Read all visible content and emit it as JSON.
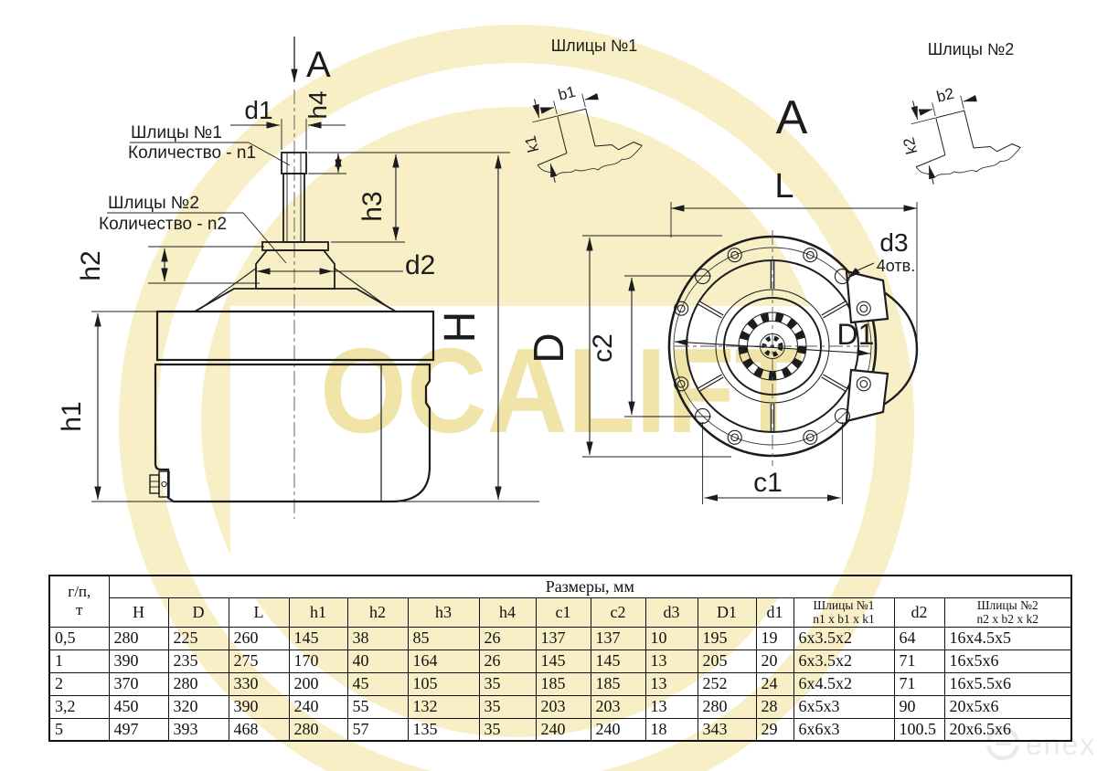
{
  "watermark": {
    "brand": "OCALIFT",
    "logo_text": "enex",
    "disc_color": "#f8efc6",
    "letter_color": "#f1e4a8",
    "logo_gray": "#e9e9f0"
  },
  "side_view": {
    "view_arrow": "A",
    "spline1_title": "Шлицы №1",
    "spline1_qty": "Количество - n1",
    "spline2_title": "Шлицы №2",
    "spline2_qty": "Количество - n2",
    "dims": {
      "d1": "d1",
      "h4": "h4",
      "h3": "h3",
      "d2": "d2",
      "h2": "h2",
      "h1": "h1",
      "H": "H"
    }
  },
  "flange_view": {
    "view_label": "A",
    "holes_note": "4отв.",
    "dims": {
      "L": "L",
      "D": "D",
      "c1": "c1",
      "c2": "c2",
      "D1": "D1",
      "d3": "d3"
    }
  },
  "spline_details": {
    "detail1": {
      "title": "Шлицы №1",
      "b": "b1",
      "k": "k1"
    },
    "detail2": {
      "title": "Шлицы №2",
      "b": "b2",
      "k": "k2"
    }
  },
  "table": {
    "load_col_line1": "г/п,",
    "load_col_line2": "т",
    "group_header": "Размеры, мм",
    "columns": [
      "H",
      "D",
      "L",
      "h1",
      "h2",
      "h3",
      "h4",
      "c1",
      "c2",
      "d3",
      "D1",
      "d1",
      "Шлицы №1",
      "d2",
      "Шлицы №2"
    ],
    "spline1_sub": "n1 x b1 x k1",
    "spline2_sub": "n2 x b2 x k2",
    "rows": [
      [
        "0,5",
        "280",
        "225",
        "260",
        "145",
        "38",
        "85",
        "26",
        "137",
        "137",
        "10",
        "195",
        "19",
        "6x3.5x2",
        "64",
        "16x4.5x5"
      ],
      [
        "1",
        "390",
        "235",
        "275",
        "170",
        "40",
        "164",
        "26",
        "145",
        "145",
        "13",
        "205",
        "20",
        "6x3.5x2",
        "71",
        "16x5x6"
      ],
      [
        "2",
        "370",
        "280",
        "330",
        "200",
        "45",
        "105",
        "35",
        "185",
        "185",
        "13",
        "252",
        "24",
        "6x4.5x2",
        "71",
        "16x5.5x6"
      ],
      [
        "3,2",
        "450",
        "320",
        "390",
        "240",
        "55",
        "132",
        "35",
        "203",
        "203",
        "13",
        "280",
        "28",
        "6x5x3",
        "90",
        "20x5x6"
      ],
      [
        "5",
        "497",
        "393",
        "468",
        "280",
        "57",
        "135",
        "35",
        "240",
        "240",
        "18",
        "343",
        "29",
        "6x6x3",
        "100.5",
        "20x6.5x6"
      ]
    ]
  }
}
